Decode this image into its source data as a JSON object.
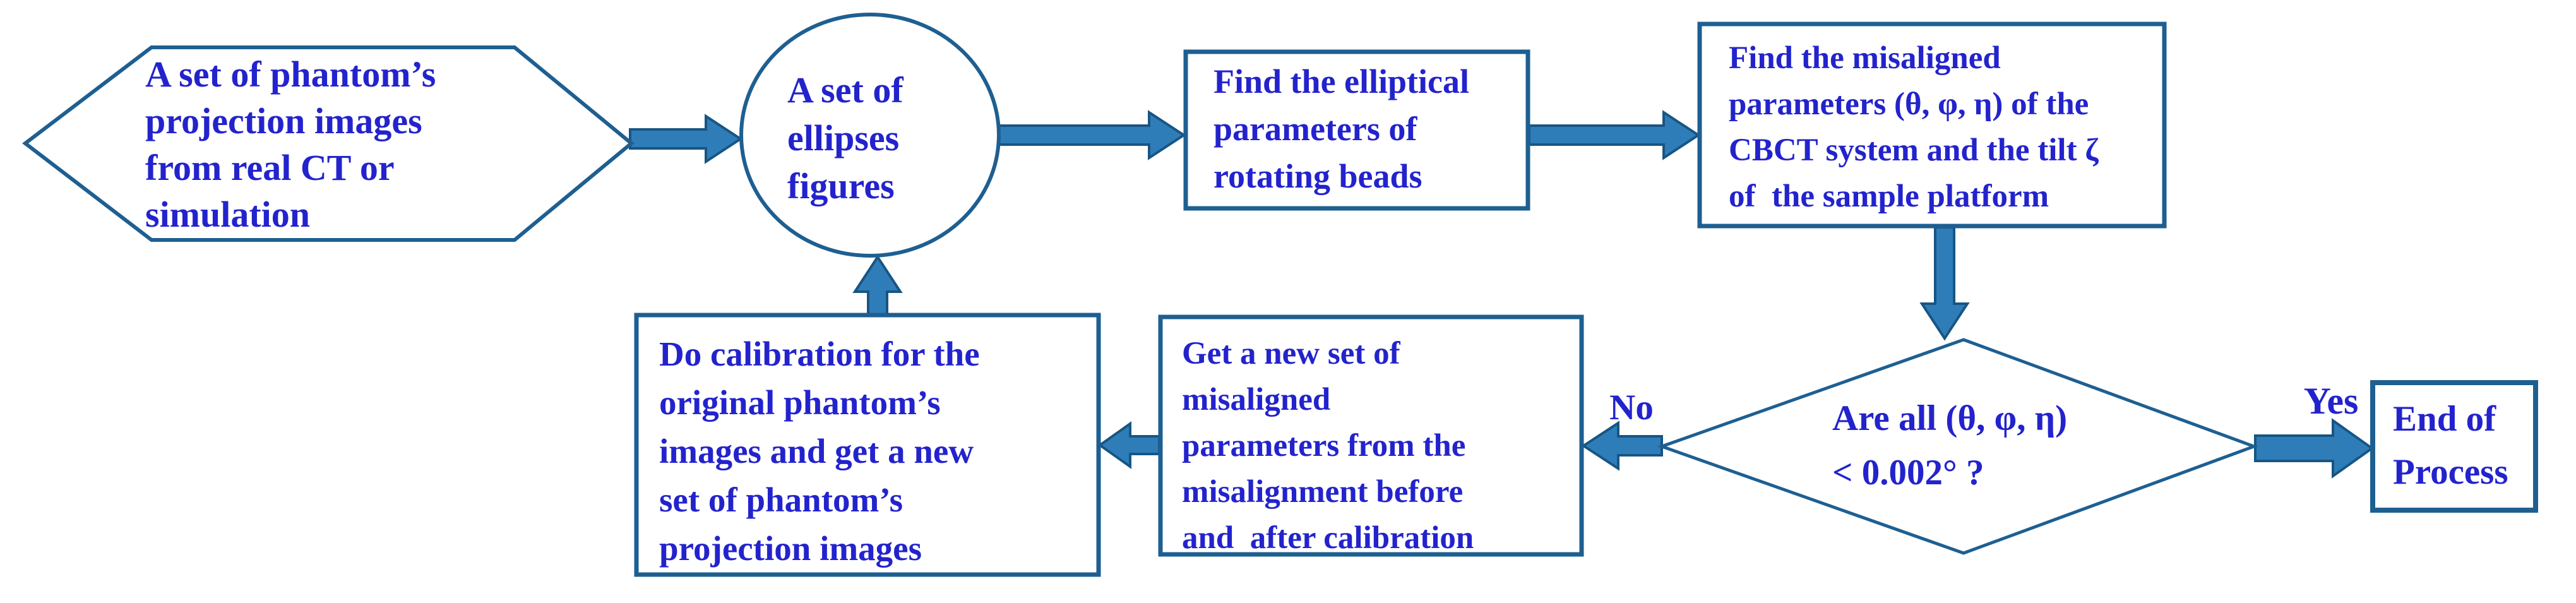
{
  "diagram": {
    "colors": {
      "background": "#ffffff",
      "shape_border": "#1e5f91",
      "text": "#2323cd",
      "arrow_fill": "#2f7db8",
      "arrow_outline": "#175583"
    },
    "nodes": {
      "start_hexagon": {
        "shape": "hexagon",
        "lines": [
          "A set of phantom’s",
          "projection images",
          "from real CT or",
          "simulation"
        ]
      },
      "ellipses_circle": {
        "shape": "circle",
        "lines": [
          "A set of",
          "ellipses",
          "figures"
        ]
      },
      "find_elliptical": {
        "shape": "rectangle",
        "lines": [
          "Find the elliptical",
          "parameters of",
          "rotating beads"
        ]
      },
      "find_misaligned": {
        "shape": "rectangle",
        "lines": [
          "Find the misaligned",
          "parameters (θ, φ, η) of the",
          "CBCT system and the tilt ζ",
          "of  the sample platform"
        ]
      },
      "decision": {
        "shape": "diamond",
        "lines": [
          "Are all (θ, φ, η)",
          "< 0.002° ?"
        ]
      },
      "end_process": {
        "shape": "rectangle",
        "lines": [
          "End of",
          "Process"
        ]
      },
      "get_new_set": {
        "shape": "rectangle",
        "lines": [
          "Get a new set of",
          "misaligned",
          "parameters from the",
          "misalignment before",
          "and  after calibration"
        ]
      },
      "do_calibration": {
        "shape": "rectangle",
        "lines": [
          "Do calibration for the",
          "original phantom’s",
          "images and get a new",
          "set of phantom’s",
          "projection images"
        ]
      }
    },
    "labels": {
      "yes": "Yes",
      "no": "No"
    }
  }
}
